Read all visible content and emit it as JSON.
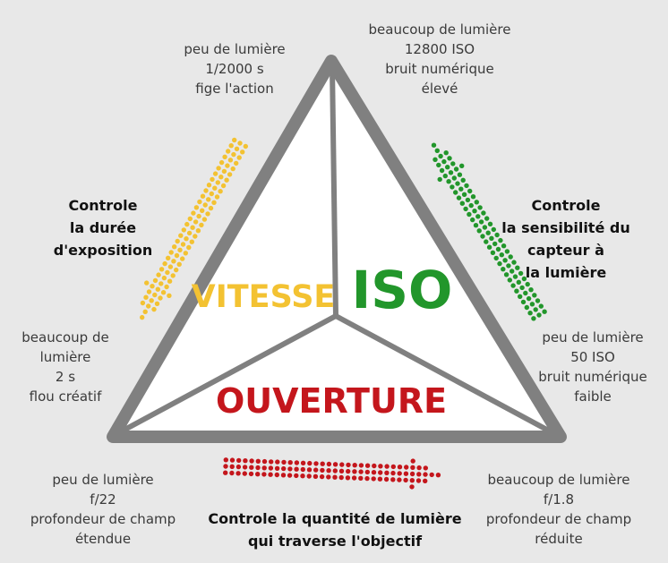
{
  "colors": {
    "background": "#e8e8e8",
    "triangle_stroke": "#808080",
    "triangle_fill": "#ffffff",
    "speed": "#f3c232",
    "iso": "#22962b",
    "aperture": "#c4161c"
  },
  "labels": {
    "speed": "VITESSE",
    "iso": "ISO",
    "aperture": "OUVERTURE"
  },
  "speed_top": [
    "peu de lumière",
    "1/2000 s",
    "fige l'action"
  ],
  "speed_bottom": [
    "beaucoup de",
    "lumière",
    "2 s",
    "flou créatif"
  ],
  "speed_control": [
    "Controle",
    "la durée",
    "d'exposition"
  ],
  "iso_top": [
    "beaucoup de lumière",
    "12800 ISO",
    "bruit numérique",
    "élevé"
  ],
  "iso_bottom": [
    "peu de lumière",
    "50 ISO",
    "bruit numérique",
    "faible"
  ],
  "iso_control": [
    "Controle",
    "la sensibilité du",
    "capteur à",
    "la lumière"
  ],
  "aperture_left": [
    "peu de lumière",
    "f/22",
    "profondeur de champ",
    "étendue"
  ],
  "aperture_right": [
    "beaucoup de lumière",
    "f/1.8",
    "profondeur de champ",
    "réduite"
  ],
  "aperture_control": [
    "Controle la quantité de lumière",
    "qui traverse l'objectif"
  ]
}
